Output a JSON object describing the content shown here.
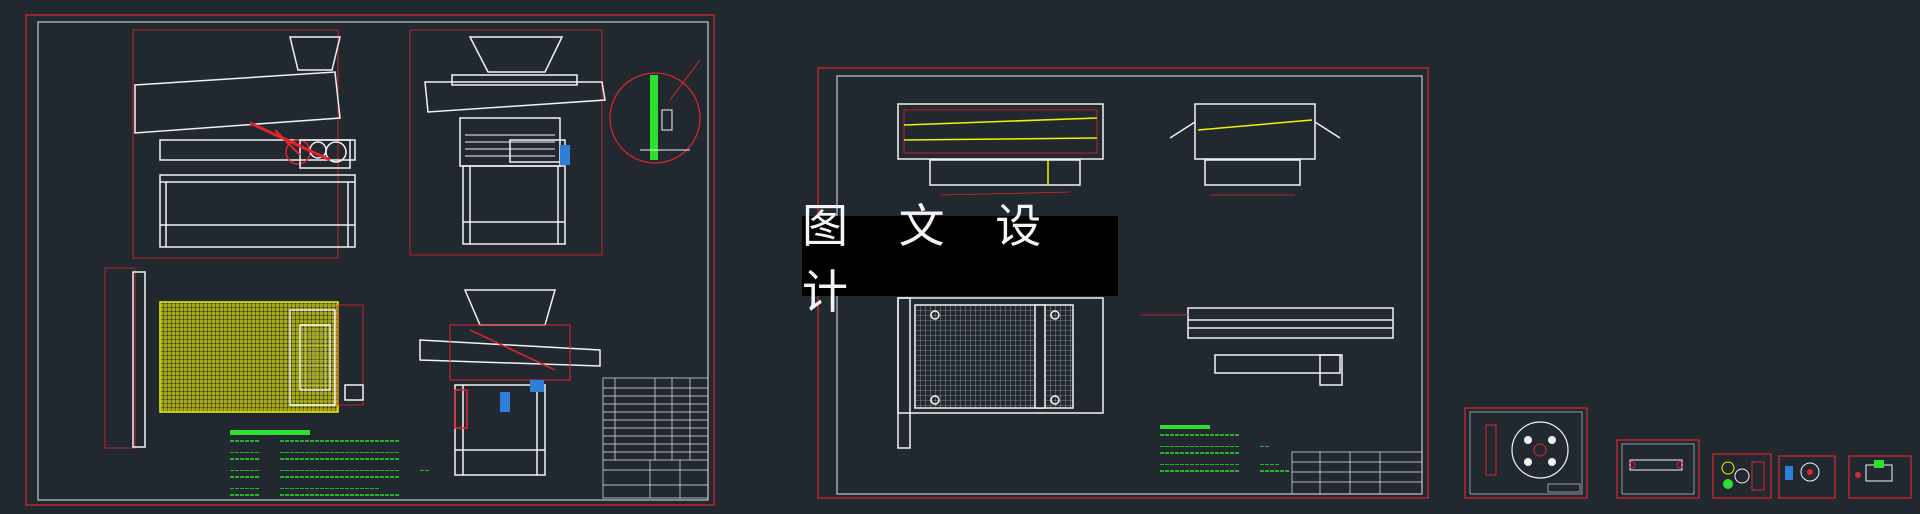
{
  "watermark": {
    "text": "图 文 设 计"
  },
  "colors": {
    "background": "#212830",
    "frame": "#e1252d",
    "line": "#f2f2f2",
    "hatch": "#f3f300",
    "note": "#2ee02e"
  },
  "sheets": [
    {
      "name": "main-assembly-sheet"
    },
    {
      "name": "frame-assembly-sheet"
    },
    {
      "name": "small-part-sheet-1"
    },
    {
      "name": "small-part-sheet-2"
    },
    {
      "name": "small-part-sheet-3"
    },
    {
      "name": "small-part-sheet-4"
    },
    {
      "name": "small-part-sheet-5"
    }
  ]
}
